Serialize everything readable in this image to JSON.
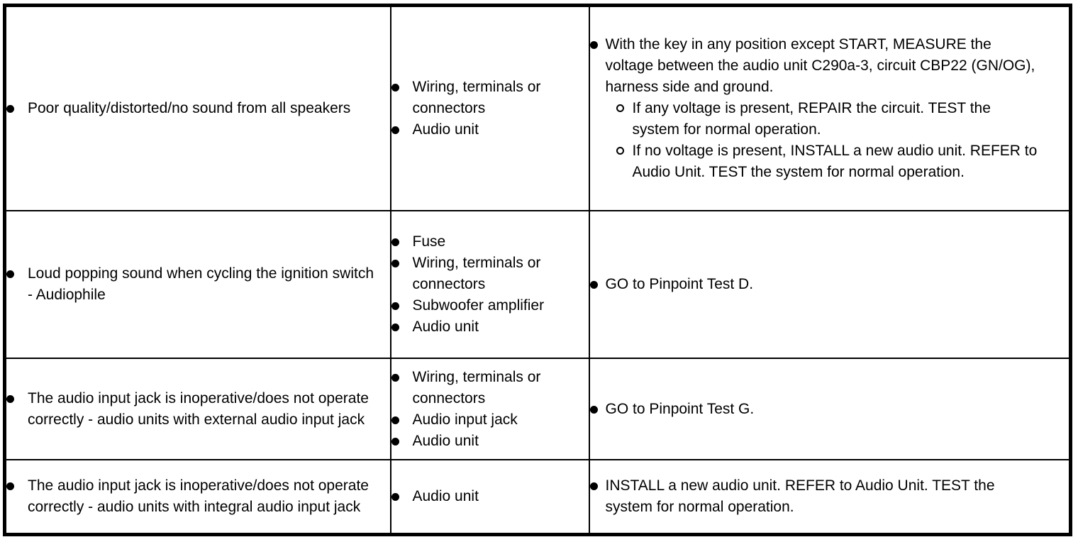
{
  "table": {
    "rows": [
      {
        "symptoms": [
          "Poor quality/distorted/no sound from all speakers"
        ],
        "sources": [
          "Wiring, terminals or connectors",
          "Audio unit"
        ],
        "actions": [
          {
            "text": "With the key in any position except START, MEASURE the voltage between the audio unit C290a-3, circuit CBP22 (GN/OG), harness side and ground.",
            "substeps": [
              "If any voltage is present, REPAIR the circuit. TEST the system for normal operation.",
              "If no voltage is present, INSTALL a new audio unit. REFER to Audio Unit. TEST the system for normal operation."
            ]
          }
        ]
      },
      {
        "symptoms": [
          "Loud popping sound when cycling the ignition switch - Audiophile"
        ],
        "sources": [
          "Fuse",
          "Wiring, terminals or connectors",
          "Subwoofer amplifier",
          "Audio unit"
        ],
        "actions": [
          {
            "text": "GO to Pinpoint Test D.",
            "substeps": []
          }
        ]
      },
      {
        "symptoms": [
          "The audio input jack is inoperative/does not operate correctly - audio units with external audio input jack"
        ],
        "sources": [
          "Wiring, terminals or connectors",
          "Audio input jack",
          "Audio unit"
        ],
        "actions": [
          {
            "text": "GO to Pinpoint Test G.",
            "substeps": []
          }
        ]
      },
      {
        "symptoms": [
          "The audio input jack is inoperative/does not operate correctly - audio units with integral audio input jack"
        ],
        "sources": [
          "Audio unit"
        ],
        "actions": [
          {
            "text": "INSTALL a new audio unit. REFER to Audio Unit. TEST the system for normal operation.",
            "substeps": []
          }
        ]
      }
    ]
  },
  "colors": {
    "border": "#000000",
    "background": "#ffffff",
    "text": "#000000"
  }
}
